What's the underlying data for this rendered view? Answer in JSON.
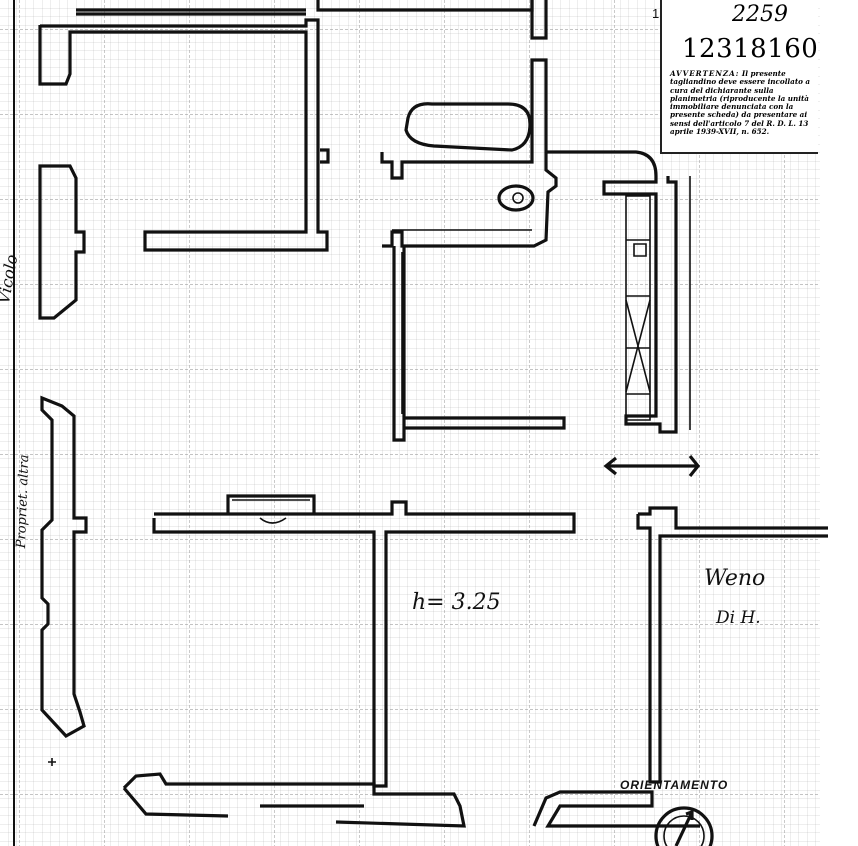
{
  "stamp": {
    "handwritten_number": "2259",
    "serial_number": "12318160",
    "notice_title": "AVVERTENZA:",
    "notice_text": "Il presente tagliandino deve essere incollato a cura del dichiarante sulla planimetria (riproducente la unità immobiliare denunciata con la presente scheda) da presentare ai sensi dell'articolo 7 del R. D. L. 13 aprile 1939-XVII, n. 652."
  },
  "corner_mark": "1",
  "annotations": {
    "height": "h= 3.25",
    "neighbor_line1": "Weno",
    "neighbor_line2": "Di H.",
    "left_side_top": "Vicolo",
    "left_side_bottom": "Propriet. altra",
    "orientation": "ORIENTAMENTO"
  }
}
